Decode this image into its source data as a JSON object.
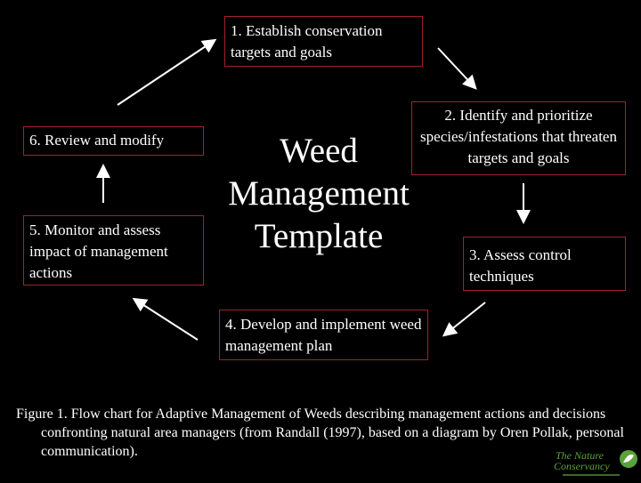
{
  "title": {
    "line1": "Weed",
    "line2": "Management",
    "line3": "Template"
  },
  "steps": [
    {
      "label": "1. Establish conservation targets and goals"
    },
    {
      "label": "2. Identify and prioritize species/infestations that threaten targets and goals"
    },
    {
      "label": "3. Assess control techniques"
    },
    {
      "label": "4. Develop and implement weed management plan"
    },
    {
      "label": "5. Monitor and assess impact of management actions"
    },
    {
      "label": "6. Review and modify"
    }
  ],
  "caption": "Figure 1. Flow chart for Adaptive Management of Weeds describing management actions and decisions confronting natural area managers (from Randall (1997), based on a diagram by Oren Pollak, personal communication).",
  "logo": {
    "text": "The Nature Conservancy"
  },
  "colors": {
    "background": "#000000",
    "box_border": "#a3202c",
    "text": "#ffffff",
    "logo": "#5aa33a"
  }
}
